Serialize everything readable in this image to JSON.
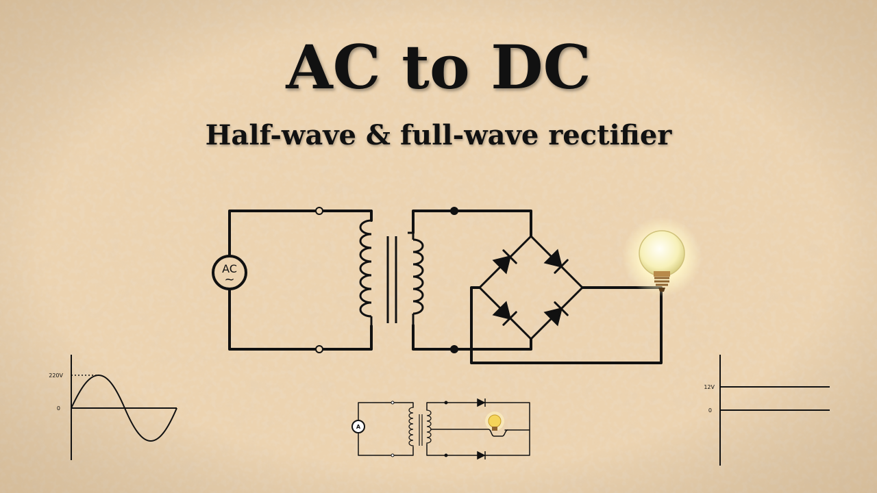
{
  "title": "AC to DC",
  "subtitle": "Half-wave & full-wave rectifier",
  "colors": {
    "background": "#ecd3b0",
    "ink": "#111111",
    "bulb_glow": "#fffbe0"
  },
  "main_circuit": {
    "source_label": "AC",
    "source_symbol": "~",
    "icons": [
      "ac-source-icon",
      "transformer-icon",
      "diode-bridge-icon",
      "light-bulb-icon"
    ]
  },
  "input_graph": {
    "peak_label": "220V",
    "zero_label": "0"
  },
  "output_graph": {
    "level_label": "12V",
    "zero_label": "0"
  },
  "small_circuit": {
    "source_label": "A"
  }
}
